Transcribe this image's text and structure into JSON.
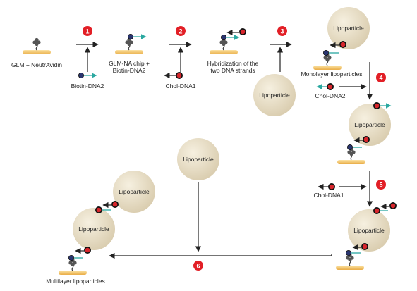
{
  "colors": {
    "surface": "#f4c66a",
    "particle": "#e9dfc7",
    "blue_dot": "#2a3570",
    "red_dot": "#d8262c",
    "teal": "#2aa8a0",
    "step_badge": "#e21f26"
  },
  "labels": {
    "glm_neutravidin": "GLM + NeutrAvidin",
    "biotin_dna2": "Biotin-DNA2",
    "chip_line1": "GLM-NA chip +",
    "chip_line2": "Biotin-DNA2",
    "chol_dna1_a": "Chol-DNA1",
    "hybrid_line1": "Hybridization of the",
    "hybrid_line2": "two DNA strands",
    "monolayer": "Monolayer lipoparticles",
    "chol_dna2": "Chol-DNA2",
    "chol_dna1_b": "Chol-DNA1",
    "multilayer": "Multilayer lipoparticles"
  },
  "lipoparticle_label": "Lipoparticle",
  "steps": [
    "1",
    "2",
    "3",
    "4",
    "5",
    "6"
  ],
  "icons": [
    "neutravidin-icon",
    "biotin-dot-icon",
    "cholesterol-dot-icon",
    "dna-strand-arrow-icon"
  ]
}
